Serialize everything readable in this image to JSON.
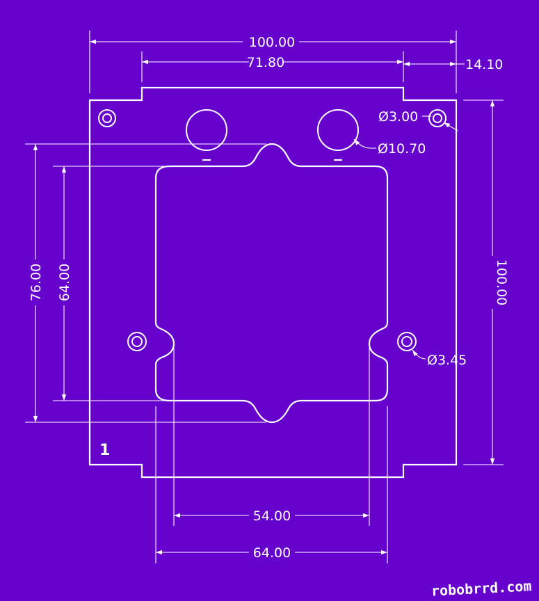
{
  "dimensions": {
    "overall_width": "100.00",
    "inner_width": "71.80",
    "offset": "14.10",
    "overall_height": "100.00",
    "cutout_height_outer": "76.00",
    "cutout_height_inner": "64.00",
    "cutout_width_inner": "54.00",
    "cutout_width_outer": "64.00",
    "hole_small": "Ø3.00",
    "hole_large": "Ø10.70",
    "hole_mount": "Ø3.45"
  },
  "part_number": "1",
  "brand": "robobrrd.com"
}
